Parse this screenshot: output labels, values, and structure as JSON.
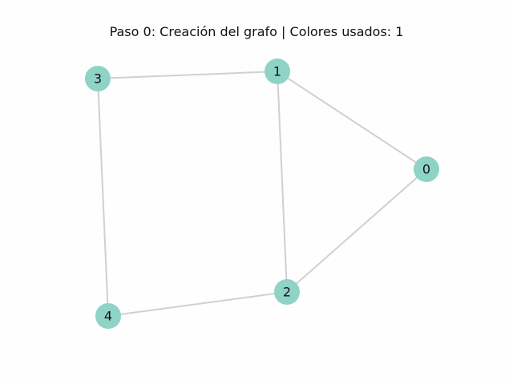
{
  "graph": {
    "title": "Paso 0: Creación del grafo | Colores usados: 1",
    "node_color": "#8fd3c7",
    "edge_color": "#d0d0d0",
    "nodes": [
      {
        "id": "0",
        "label": "0"
      },
      {
        "id": "1",
        "label": "1"
      },
      {
        "id": "2",
        "label": "2"
      },
      {
        "id": "3",
        "label": "3"
      },
      {
        "id": "4",
        "label": "4"
      }
    ],
    "edges": [
      [
        "1",
        "3"
      ],
      [
        "1",
        "0"
      ],
      [
        "1",
        "2"
      ],
      [
        "0",
        "2"
      ],
      [
        "3",
        "4"
      ],
      [
        "2",
        "4"
      ]
    ]
  }
}
